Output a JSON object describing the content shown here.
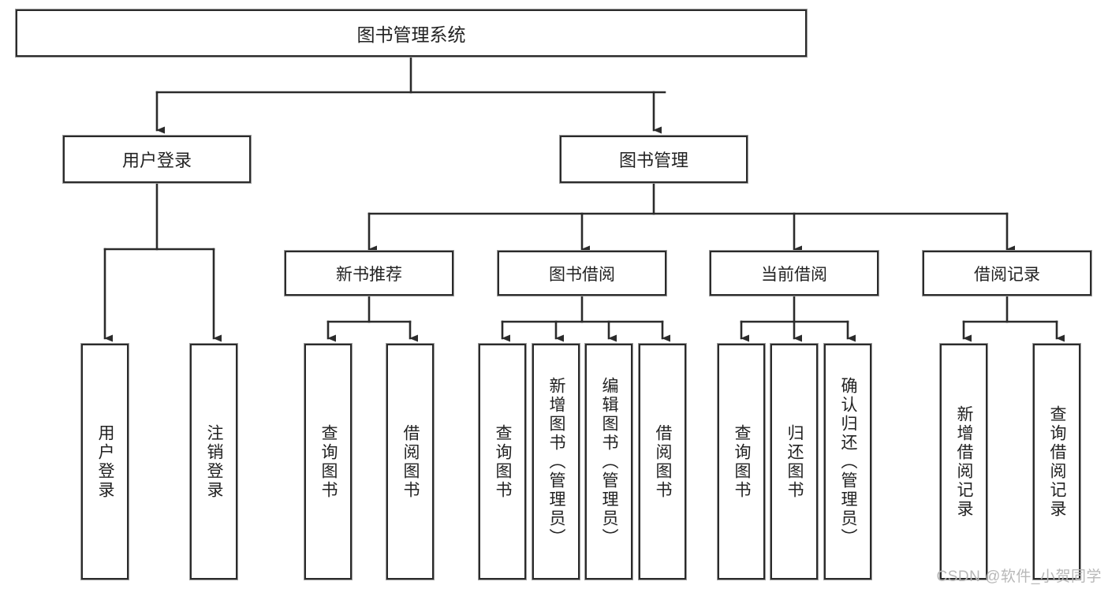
{
  "diagram": {
    "title": "图书管理系统",
    "type": "tree-hierarchy",
    "watermark": "CSDN @软件_小贺同学",
    "colors": {
      "box_border": "#2b2b2b",
      "box_fill": "#ffffff",
      "connector": "#2b2b2b",
      "text": "#222222",
      "watermark": "#b8b8b8",
      "background": "#ffffff"
    },
    "root": {
      "label": "图书管理系统"
    },
    "level1": [
      {
        "label": "用户登录"
      },
      {
        "label": "图书管理"
      }
    ],
    "level2": [
      {
        "label": "新书推荐"
      },
      {
        "label": "图书借阅"
      },
      {
        "label": "当前借阅"
      },
      {
        "label": "借阅记录"
      }
    ],
    "leaves": {
      "user_login": [
        {
          "label": "用户登录"
        },
        {
          "label": "注销登录"
        }
      ],
      "new_book_recommend": [
        {
          "label": "查询图书"
        },
        {
          "label": "借阅图书"
        }
      ],
      "book_borrow": [
        {
          "label": "查询图书"
        },
        {
          "label": "新增图书（管理员）"
        },
        {
          "label": "编辑图书（管理员）"
        },
        {
          "label": "借阅图书"
        }
      ],
      "current_borrow": [
        {
          "label": "查询图书"
        },
        {
          "label": "归还图书"
        },
        {
          "label": "确认归还（管理员）"
        }
      ],
      "borrow_record": [
        {
          "label": "新增借阅记录"
        },
        {
          "label": "查询借阅记录"
        }
      ]
    }
  }
}
